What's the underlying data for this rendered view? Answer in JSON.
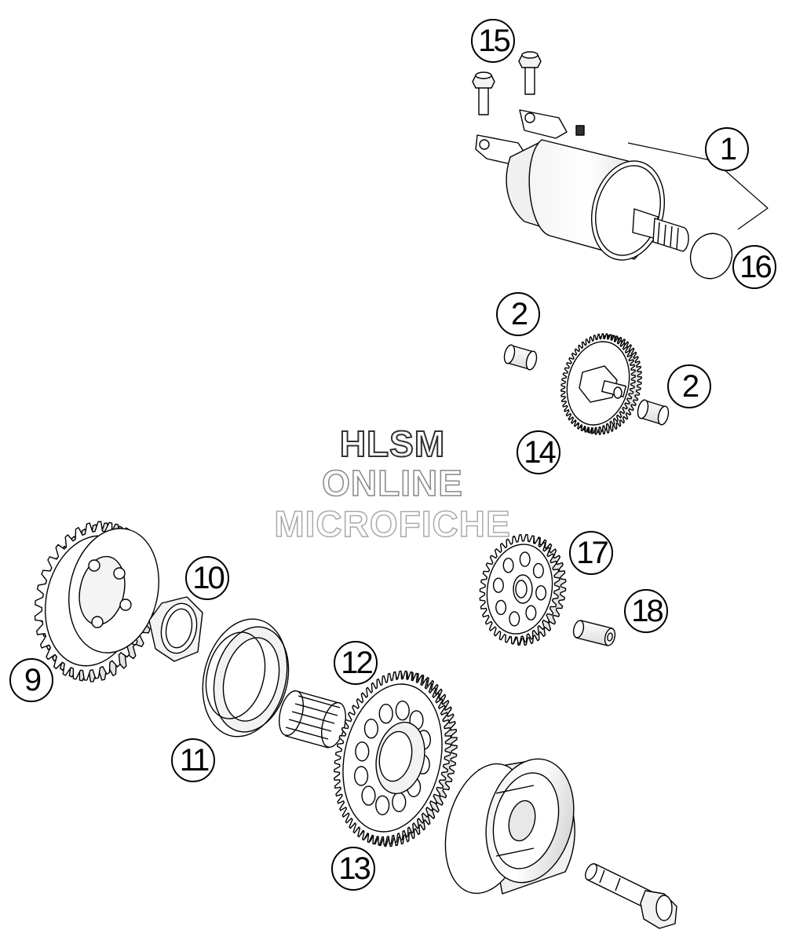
{
  "watermark": {
    "line1": "HLSM",
    "line2": "ONLINE",
    "line3": "MICROFICHE"
  },
  "callouts": {
    "c1": "1",
    "c2a": "2",
    "c2b": "2",
    "c9": "9",
    "c10": "10",
    "c11": "11",
    "c12": "12",
    "c13": "13",
    "c14": "14",
    "c15": "15",
    "c16": "16",
    "c17": "17",
    "c18": "18"
  },
  "colors": {
    "line": "#000000",
    "background": "#ffffff",
    "shading": "#e6e6e6"
  }
}
